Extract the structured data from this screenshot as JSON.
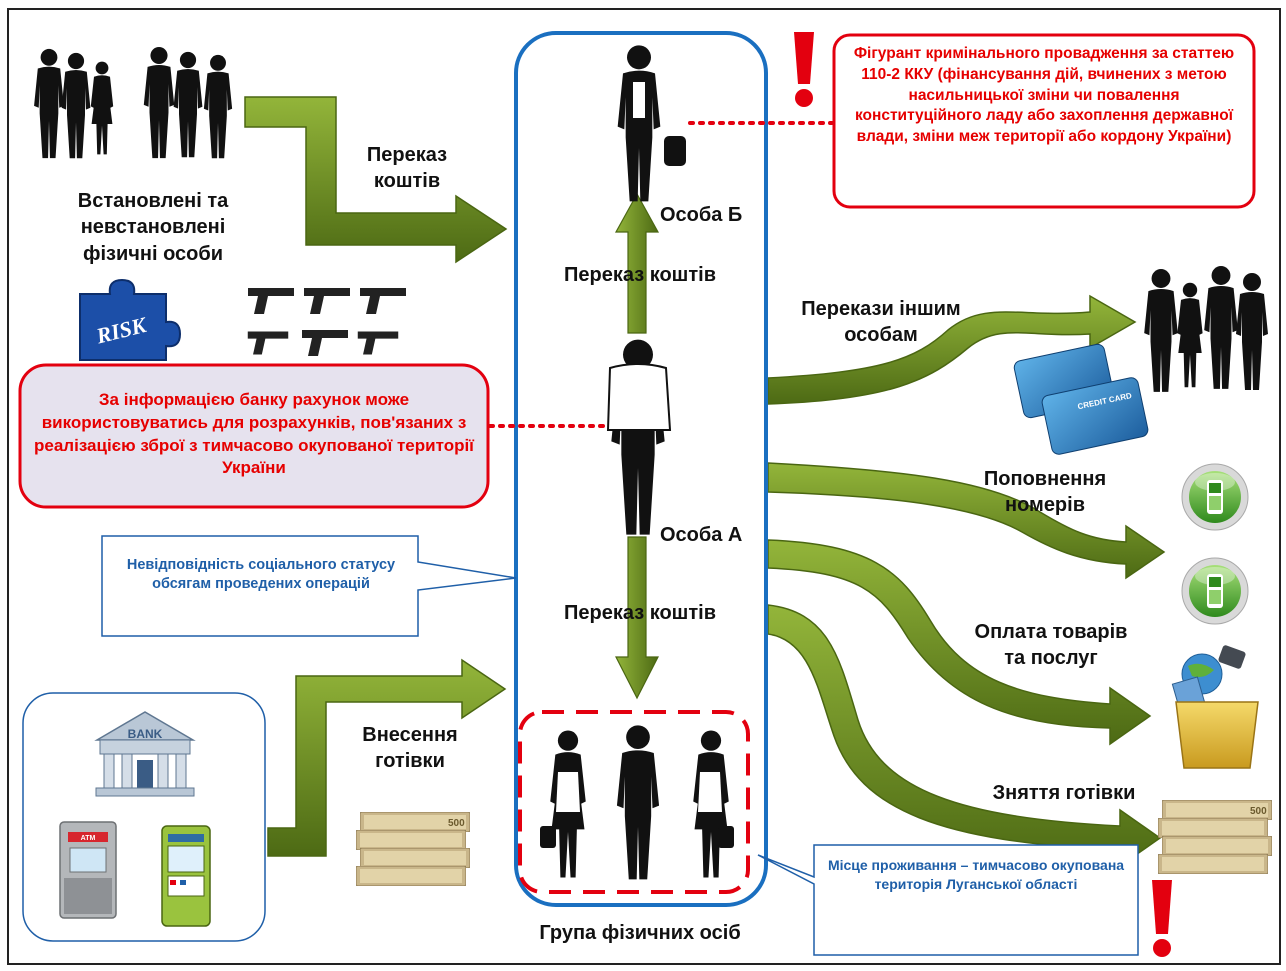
{
  "labels": {
    "persons_group": "Встановлені та невстановлені фізичні особи",
    "transfer_funds_left": "Переказ коштів",
    "person_b": "Особа Б",
    "transfer_funds_mid_top": "Переказ коштів",
    "person_a": "Особа А",
    "transfer_funds_mid_bottom": "Переказ коштів",
    "cash_deposit": "Внесення готівки",
    "group_of_persons": "Група фізичних осіб",
    "transfers_to_others": "Перекази іншим особам",
    "phone_topup": "Поповнення номерів",
    "goods_services": "Оплата товарів та послуг",
    "cash_withdrawal": "Зняття готівки",
    "risk_puzzle": "RISK",
    "bank_sign": "BANK",
    "atm_sign": "ATM",
    "card_text": "CREDIT CARD",
    "banknote_value": "500"
  },
  "callouts": {
    "criminal_case": "Фігурант кримінального провадження за статтею 110-2 ККУ (фінансування дій, вчинених з метою насильницької зміни чи повалення конституційного ладу або захоплення державної влади, зміни меж території або кордону України)",
    "bank_info": "За інформацією банку рахунок може використовуватись для розрахунків, пов'язаних з реалізацією зброї з тимчасово окупованої території України",
    "social_status": "Невідповідність соціального статусу обсягам проведених операцій",
    "residence": "Місце проживання – тимчасово окупована територія Луганської області"
  },
  "colors": {
    "arrow_green": "#6e8f1f",
    "arrow_green_dark": "#4a6612",
    "frame_blue": "#1a6fc0",
    "alert_red": "#e3000f",
    "bank_box_fill": "#e6e2ee",
    "callout_blue_text": "#1f5fa8"
  },
  "icons": [
    "silhouette-group-icon",
    "risk-puzzle-icon",
    "pistol-icon",
    "businessman-icon",
    "bank-building-icon",
    "atm-icon",
    "payment-terminal-icon",
    "banknotes-icon",
    "credit-card-icon",
    "mobile-phone-icon",
    "shopping-bag-icon",
    "exclamation-icon"
  ]
}
